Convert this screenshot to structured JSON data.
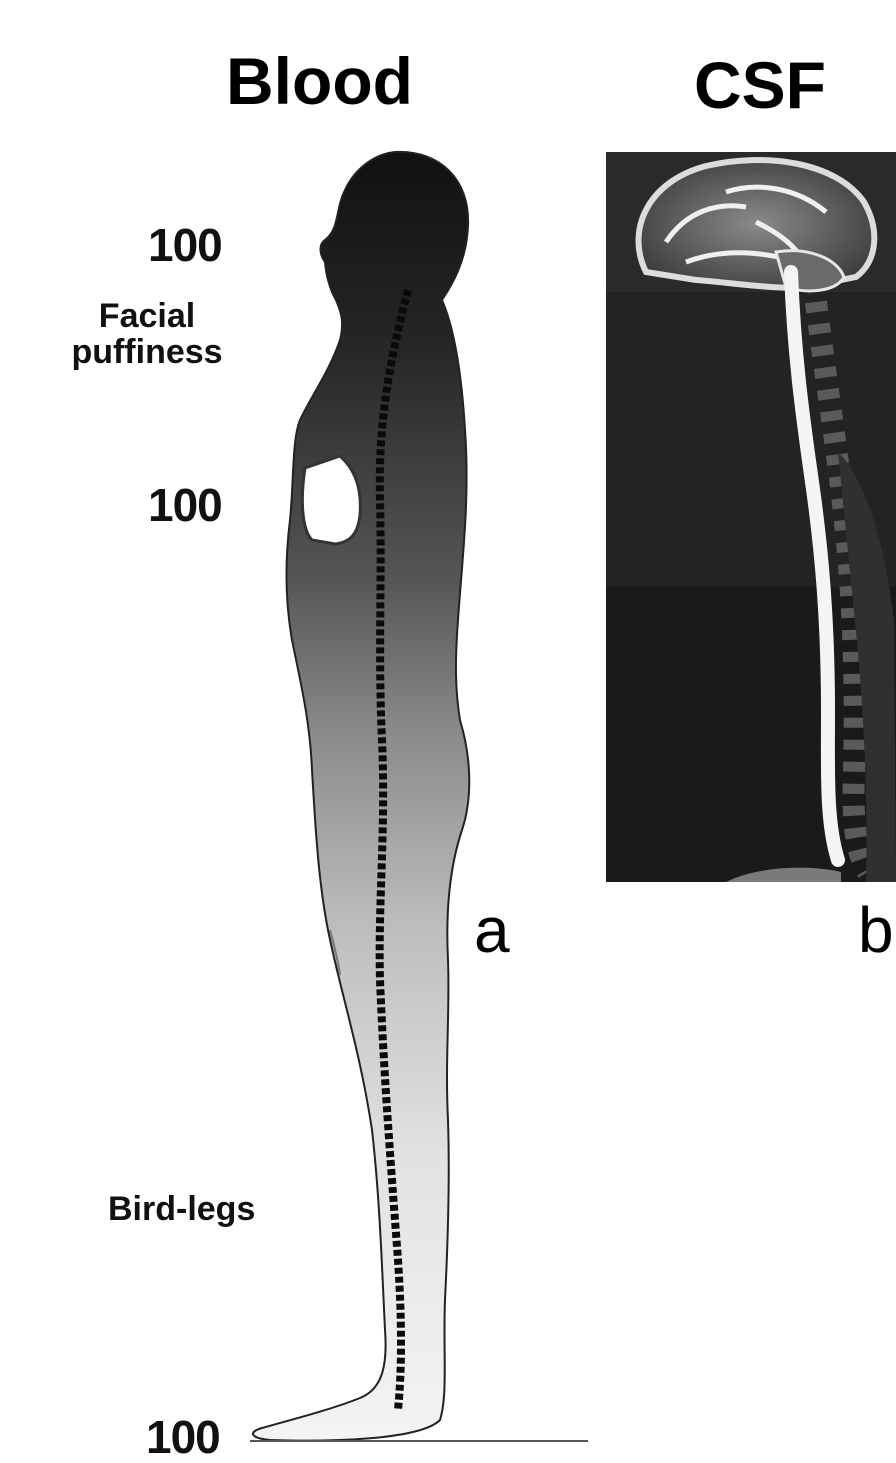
{
  "titles": {
    "blood": "Blood",
    "csf": "CSF"
  },
  "body_labels": {
    "head_value": "100",
    "facial_line1": "Facial",
    "facial_line2": "puffiness",
    "chest_value": "100",
    "legs_label": "Bird-legs",
    "foot_value": "100"
  },
  "panel_labels": {
    "a": "a",
    "b": "b"
  },
  "colors": {
    "background": "#ffffff",
    "ink": "#000000",
    "mri_background": "#1c1c1c"
  }
}
